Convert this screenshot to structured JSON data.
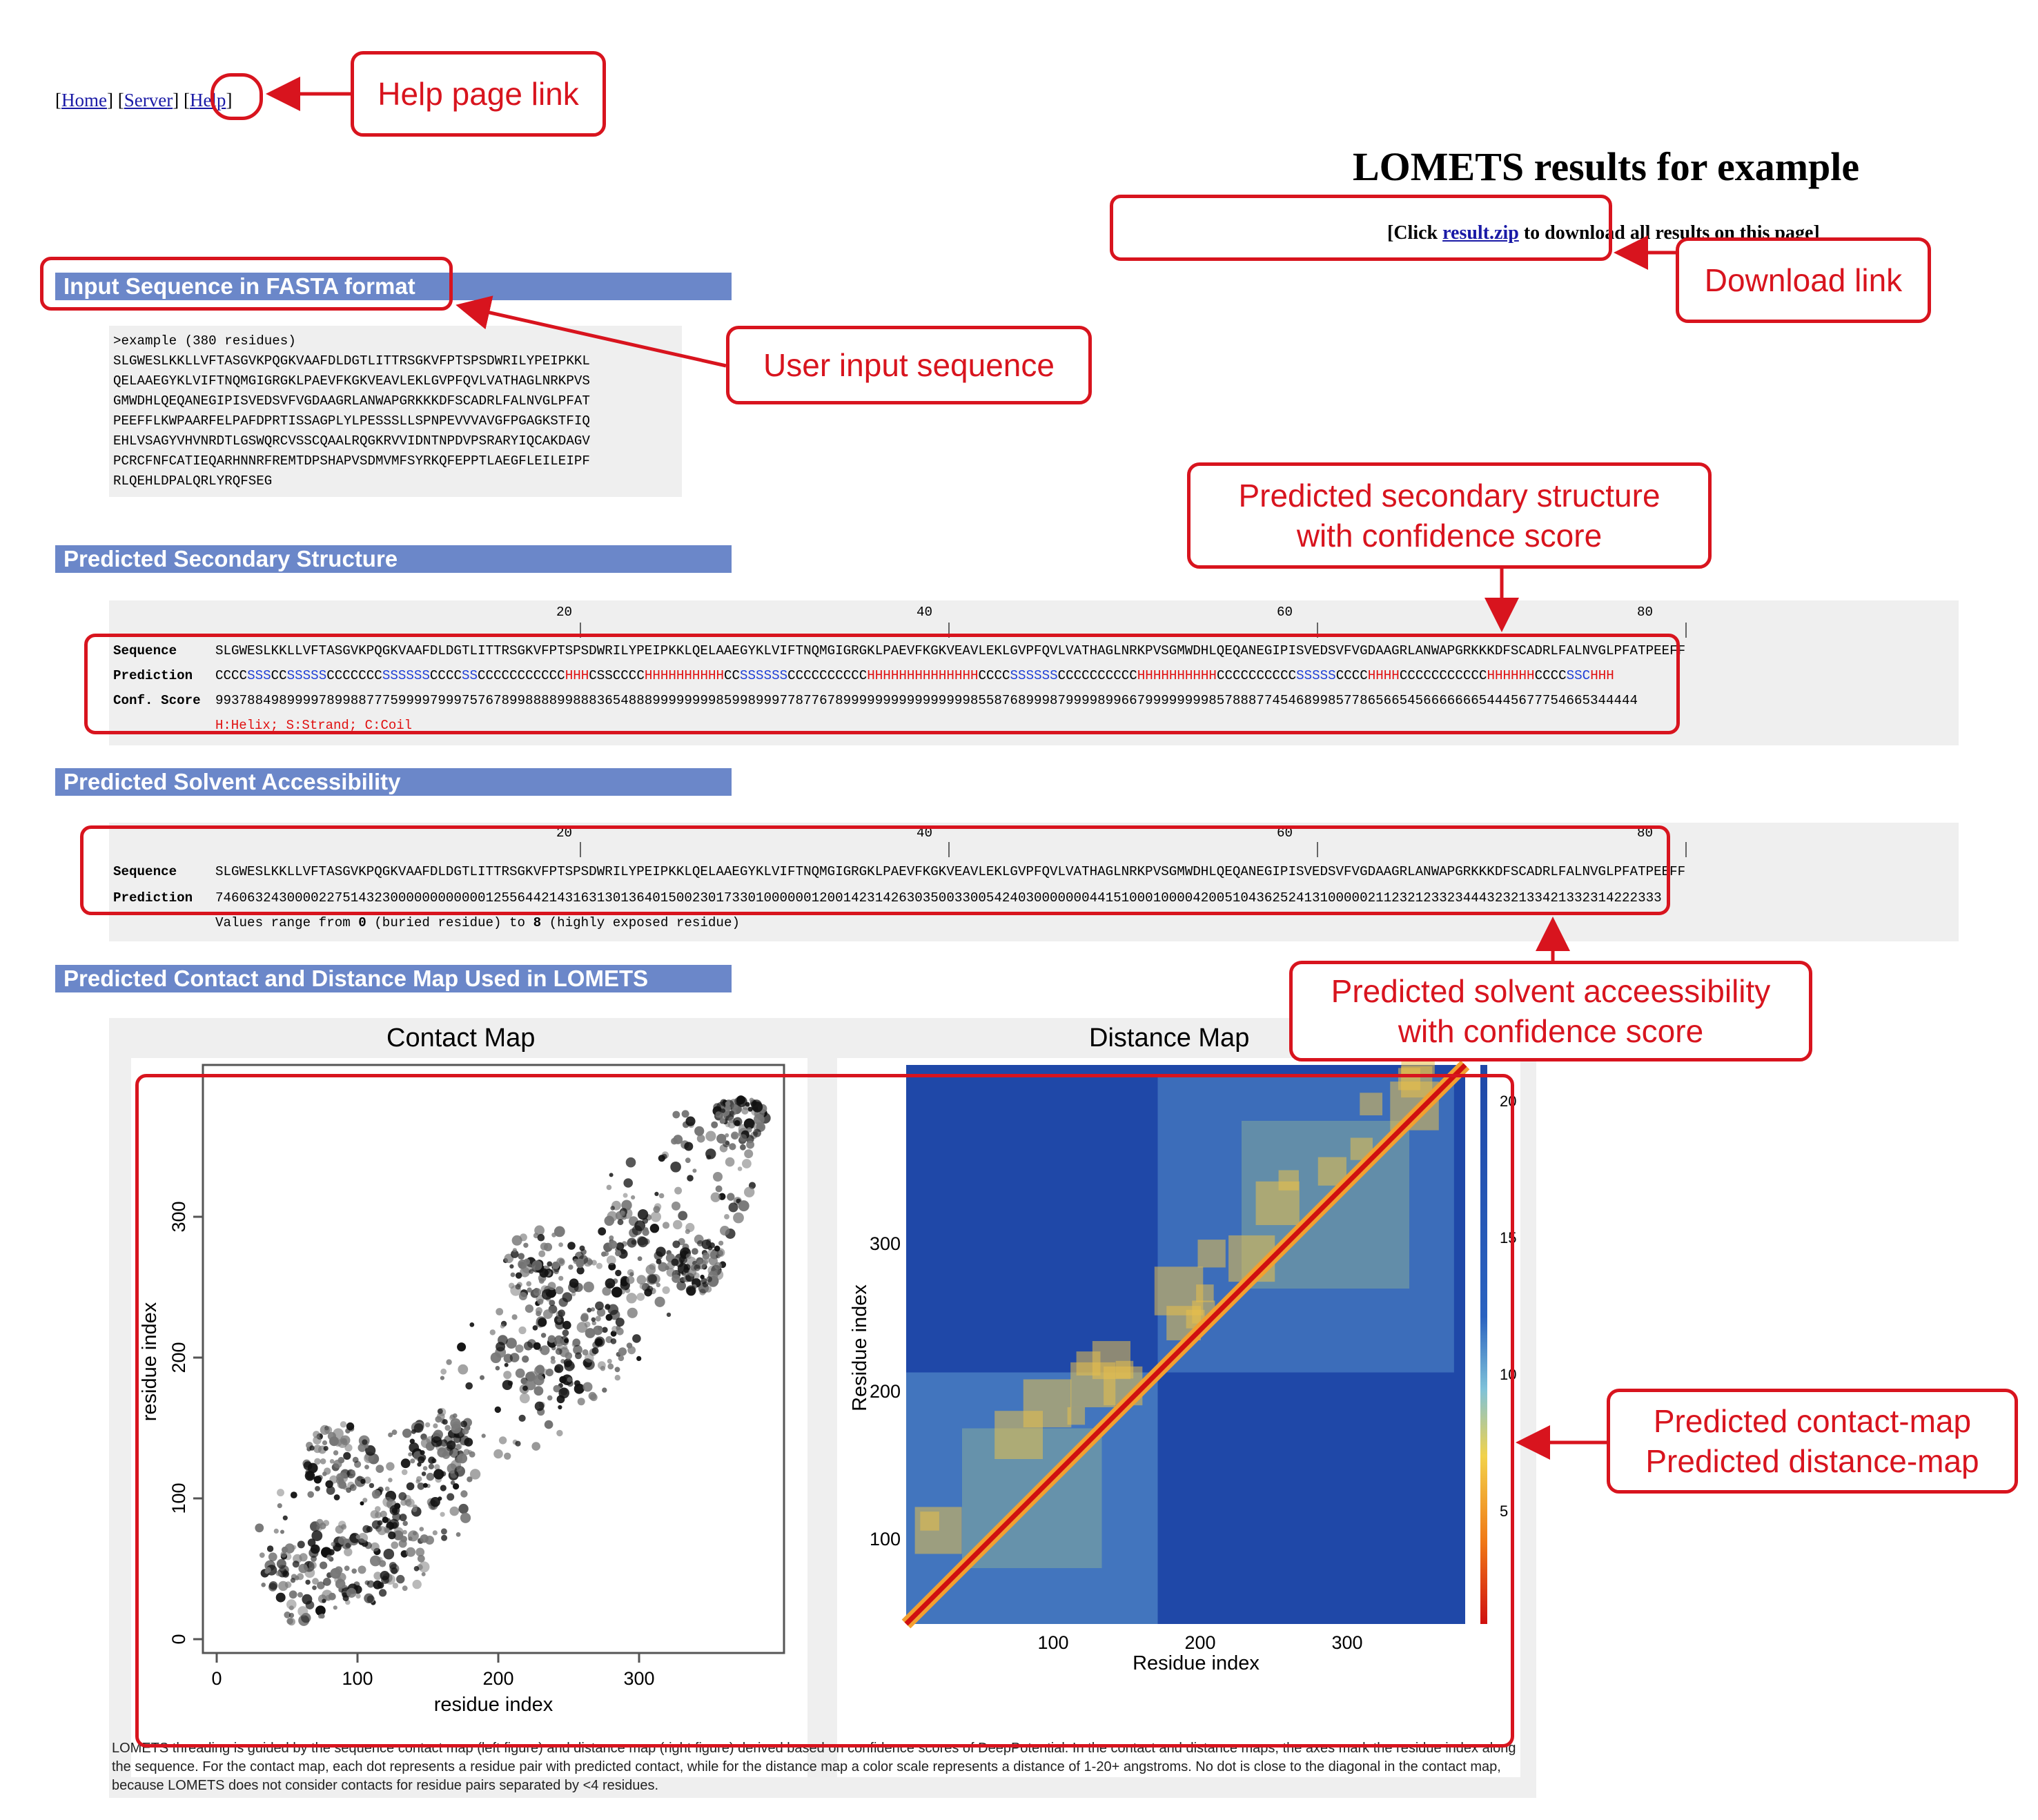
{
  "nav": {
    "home": "Home",
    "server": "Server",
    "help": "Help"
  },
  "header": {
    "title": "LOMETS results for example",
    "download_prefix": "[Click ",
    "download_link": "result.zip",
    "download_suffix": " to download all results on this page]"
  },
  "sections": {
    "input": "Input Sequence in FASTA format",
    "ss": "Predicted Secondary Structure",
    "sa": "Predicted Solvent Accessibility",
    "maps": "Predicted Contact and Distance Map Used in LOMETS"
  },
  "fasta": {
    "header": ">example (380 residues)",
    "lines": [
      "SLGWESLKKLLVFTASGVKPQGKVAAFDLDGTLITTRSGKVFPTSPSDWRILYPEIPKKL",
      "QELAAEGYKLVIFTNQMGIGRGKLPAEVFKGKVEAVLEKLGVPFQVLVATHAGLNRKPVS",
      "GMWDHLQEQANEGIPISVEDSVFVGDAAGRLANWAPGRKKKDFSCADRLFALNVGLPFAT",
      "PEEFFLKWPAARFELPAFDPRTISSAGPLYLPESSSLLSPNPEVVVAVGFPGAGKSTFIQ",
      "EHLVSAGYVHVNRDTLGSWQRCVSSCQAALRQGKRVVIDNTNPDVPSRARYIQCAKDAGV",
      "PCRCFNFCATIEQARHNNRFREMTDPSHAPVSDMVMFSYRKQFEPPTLAEGFLEILEIPF",
      "RLQEHLDPALQRLYRQFSEG"
    ]
  },
  "ruler": [
    "20",
    "40",
    "60",
    "80"
  ],
  "ss": {
    "seq_label": "Sequence",
    "pred_label": "Prediction",
    "conf_label": "Conf. Score",
    "sequence": "SLGWESLKKLLVFTASGVKPQGKVAAFDLDGTLITTRSGKVFPTSPSDWRILYPEIPKKLQELAAEGYKLVIFTNQMGIGRGKLPAEVFKGKVEAVLEKLGVPFQVLVATHAGLNRKPVSGMWDHLQEQANEGIPISVEDSVFVGDAAGRLANWAPGRKKKDFSCADRLFALNVGLPFATPEEFF",
    "prediction_segments": [
      {
        "t": "CCCC",
        "c": "c"
      },
      {
        "t": "SSS",
        "c": "s"
      },
      {
        "t": "CC",
        "c": "c"
      },
      {
        "t": "SSSSS",
        "c": "s"
      },
      {
        "t": "CCCCCCC",
        "c": "c"
      },
      {
        "t": "SSSSSS",
        "c": "s"
      },
      {
        "t": "CCCC",
        "c": "c"
      },
      {
        "t": "SS",
        "c": "s"
      },
      {
        "t": "CCCCCCCCCCC",
        "c": "c"
      },
      {
        "t": "HHH",
        "c": "h"
      },
      {
        "t": "CSSCCCC",
        "c": "c"
      },
      {
        "t": "HHHHHHHHHH",
        "c": "h"
      },
      {
        "t": "CC",
        "c": "c"
      },
      {
        "t": "SSSSSS",
        "c": "s"
      },
      {
        "t": "CCCCCCCCCC",
        "c": "c"
      },
      {
        "t": "HHHHHHHHHHHHHH",
        "c": "h"
      },
      {
        "t": "CCCC",
        "c": "c"
      },
      {
        "t": "SSSSSS",
        "c": "s"
      },
      {
        "t": "CCCCCCCCCC",
        "c": "c"
      },
      {
        "t": "HHHHHHHHHH",
        "c": "h"
      },
      {
        "t": "CCCCCCCCCC",
        "c": "c"
      },
      {
        "t": "SSSSS",
        "c": "s"
      },
      {
        "t": "CCCC",
        "c": "c"
      },
      {
        "t": "HHHH",
        "c": "h"
      },
      {
        "t": "CCCCCCCCCCC",
        "c": "c"
      },
      {
        "t": "HHHHHH",
        "c": "h"
      },
      {
        "t": "CCCC",
        "c": "c"
      },
      {
        "t": "SSC",
        "c": "s"
      },
      {
        "t": "HHH",
        "c": "h"
      }
    ],
    "conf": "99378849899997899887775999979997576789988889988836548889999999985998999778776789999999999999999855876899987999989966799999999857888774546899857786566545666666654445677754665344444",
    "legend": "H:Helix; S:Strand; C:Coil"
  },
  "sa": {
    "seq_label": "Sequence",
    "pred_label": "Prediction",
    "prediction": "74606324300002275143230000000000001255644214316313013640150023017330100000012001423142630350033005424030000000441510001000042005104362524131000002112321233234443232133421332314222333",
    "range_prefix": "Values range from ",
    "range_low": "0",
    "range_mid": " (buried residue) to ",
    "range_high": "8",
    "range_suffix": " (highly exposed residue)"
  },
  "contact_map": {
    "title": "Contact Map",
    "xlabel": "residue index",
    "ylabel": "residue index",
    "xticks": [
      "0",
      "100",
      "200",
      "300"
    ],
    "yticks": [
      "0",
      "100",
      "200",
      "300"
    ]
  },
  "distance_map": {
    "title": "Distance Map",
    "xlabel": "Residue index",
    "ylabel": "Residue index",
    "xticks": [
      "100",
      "200",
      "300"
    ],
    "yticks": [
      "100",
      "200",
      "300"
    ],
    "colorbar_ticks": [
      "20",
      "15",
      "10",
      "5"
    ]
  },
  "caption": "LOMETS threading is guided by the sequence contact map (left figure) and distance map (right figure) derived based on confidence scores of DeepPotential. In the contact and distance maps, the axes mark the residue index along the sequence. For the contact map, each dot represents a residue pair with predicted contact, while for the distance map a color scale represents a distance of 1-20+ angstroms. No dot is close to the diagonal in the contact map, because LOMETS does not consider contacts for residue pairs separated by <4 residues.",
  "callouts": {
    "help": "Help page link",
    "download": "Download link",
    "input": "User input sequence",
    "ss_line1": "Predicted secondary structure",
    "ss_line2": "with confidence score",
    "sa_line1": "Predicted solvent acceessibility",
    "sa_line2": "with confidence score",
    "maps_line1": "Predicted contact-map",
    "maps_line2": "Predicted distance-map"
  },
  "colors": {
    "accent": "#d8141e",
    "section": "#6b87c9",
    "link": "#1a1aa6"
  }
}
